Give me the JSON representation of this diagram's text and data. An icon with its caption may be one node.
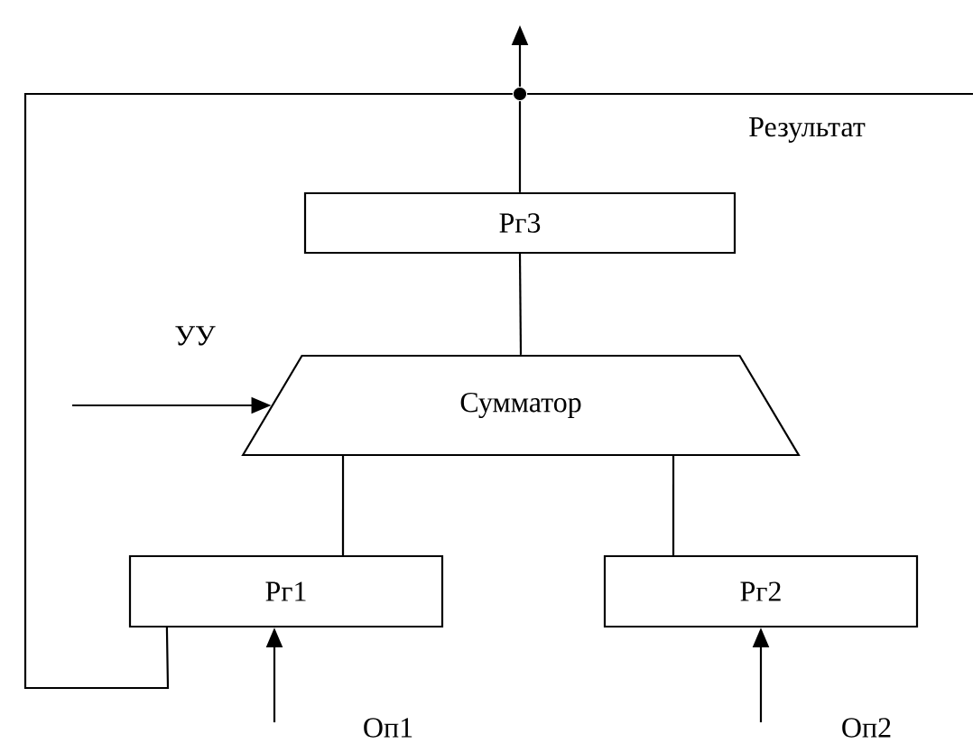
{
  "diagram": {
    "nodes": [
      {
        "text": [],
        "shape": "circle"
      },
      {
        "text": [
          "Рг3"
        ]
      },
      {
        "text": [
          "Сумматор"
        ]
      },
      {
        "text": [
          "Рг1"
        ]
      },
      {
        "text": [
          "Рг2"
        ]
      }
    ],
    "edges": [
      {
        "from": 0,
        "to": null,
        "arrow": "to"
      },
      {
        "from": 0,
        "to": null,
        "arrow": "none"
      },
      {
        "from": 1,
        "to": 0,
        "arrow": "none"
      },
      {
        "from": 0,
        "to": 3,
        "arrow": "none"
      },
      {
        "from": 1,
        "to": 2,
        "arrow": "none"
      },
      {
        "from": 3,
        "to": 2,
        "arrow": "none"
      },
      {
        "from": 4,
        "to": 2,
        "arrow": "none"
      },
      {
        "from": null,
        "to": 2,
        "arrow": "to",
        "label": "УУ"
      },
      {
        "from": null,
        "to": 3,
        "arrow": "to",
        "label": "Оп1"
      },
      {
        "from": null,
        "to": 4,
        "arrow": "to",
        "label": "Оп2"
      }
    ],
    "labels": [
      "Результат"
    ]
  }
}
